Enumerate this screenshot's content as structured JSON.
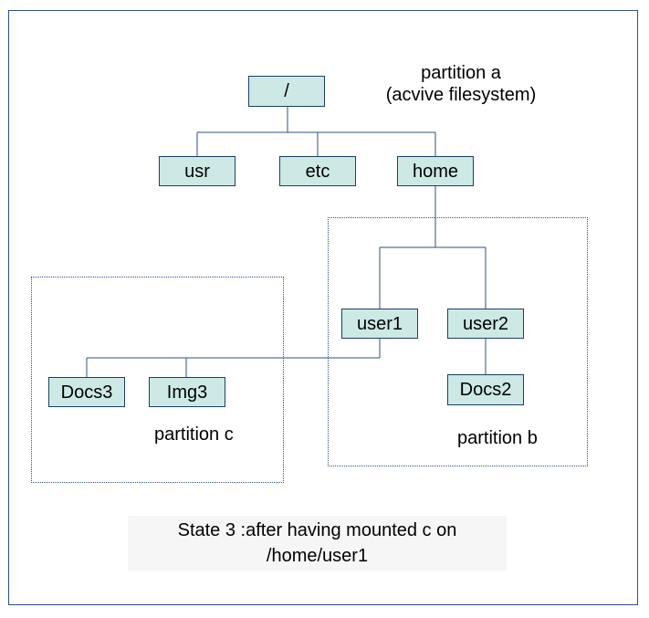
{
  "nodes": {
    "root": "/",
    "usr": "usr",
    "etc": "etc",
    "home": "home",
    "user1": "user1",
    "user2": "user2",
    "docs2": "Docs2",
    "docs3": "Docs3",
    "img3": "Img3"
  },
  "labels": {
    "partition_a_line1": "partition a",
    "partition_a_line2": "(acvive filesystem)",
    "partition_b": "partition b",
    "partition_c": "partition c"
  },
  "caption": {
    "line1": "State 3 :after having mounted c on",
    "line2": "/home/user1"
  },
  "colors": {
    "node_fill": "#cce9e5",
    "line": "#2d4f8a"
  }
}
